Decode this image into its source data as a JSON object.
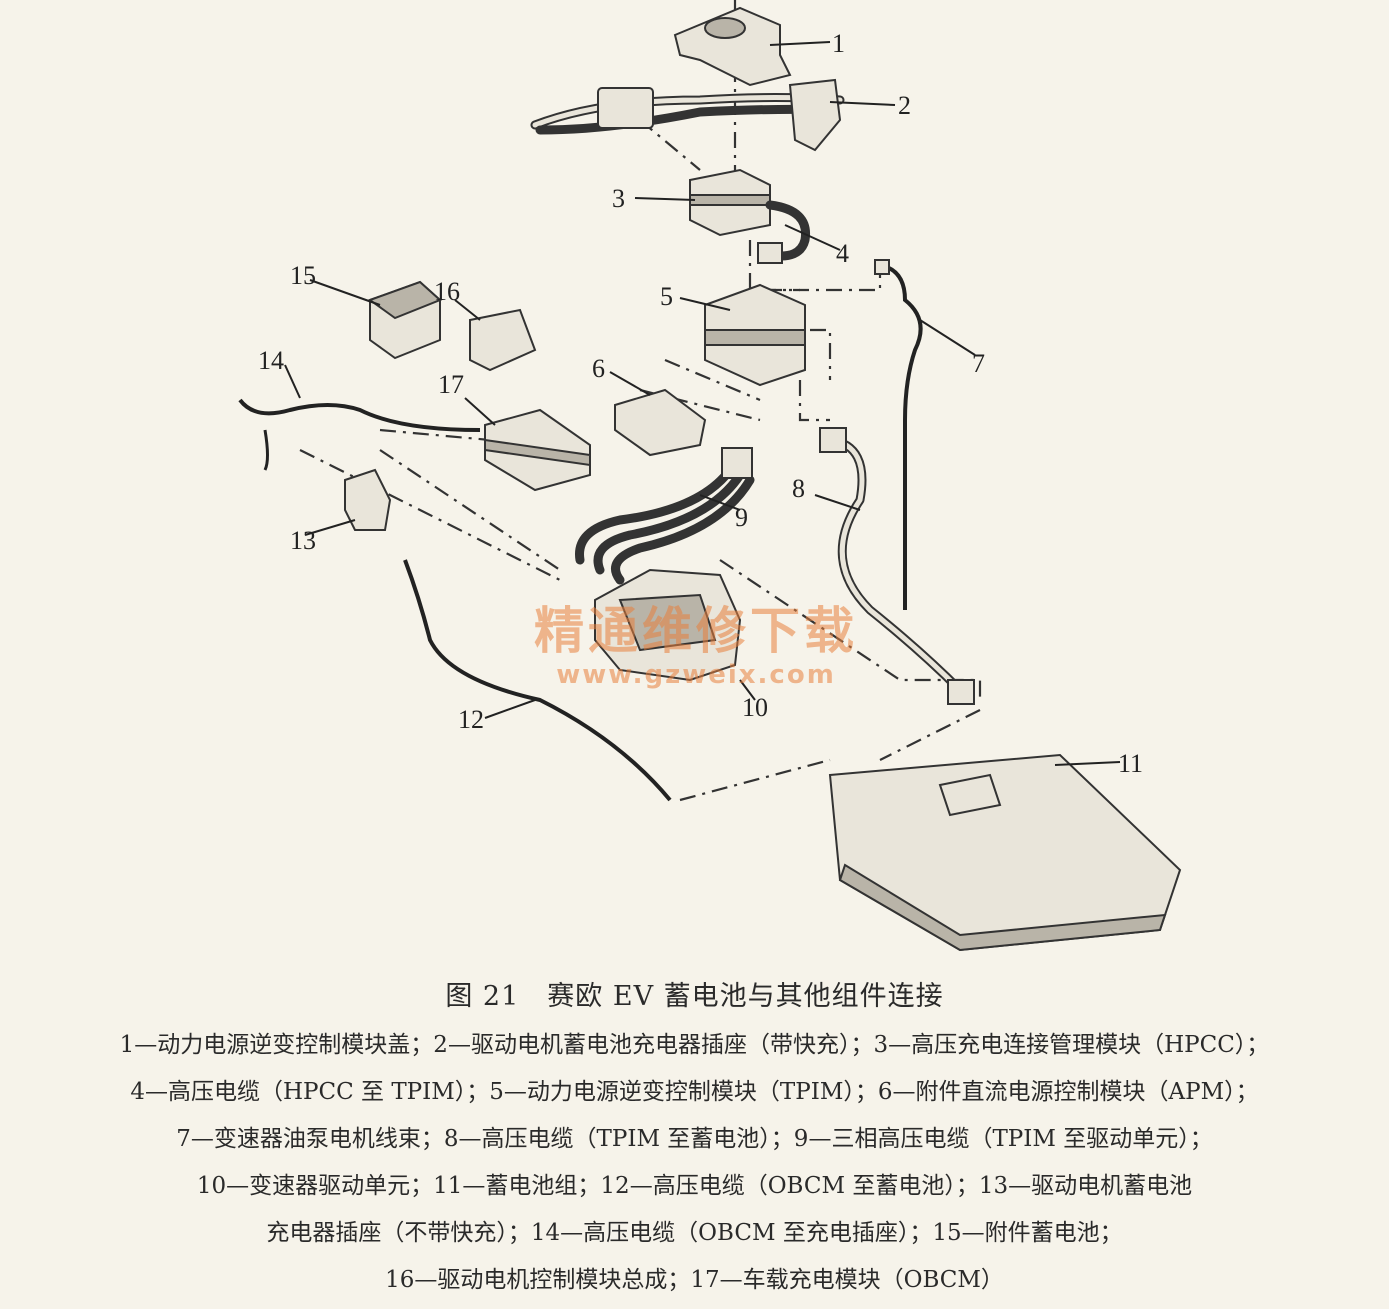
{
  "figure": {
    "title": "图 21　赛欧 EV 蓄电池与其他组件连接"
  },
  "callouts": [
    "1",
    "2",
    "3",
    "4",
    "5",
    "6",
    "7",
    "8",
    "9",
    "10",
    "11",
    "12",
    "13",
    "14",
    "15",
    "16",
    "17"
  ],
  "legend_lines": [
    "1—动力电源逆变控制模块盖；2—驱动电机蓄电池充电器插座（带快充）；3—高压充电连接管理模块（HPCC）；",
    "4—高压电缆（HPCC 至 TPIM）；5—动力电源逆变控制模块（TPIM）；6—附件直流电源控制模块（APM）；",
    "7—变速器油泵电机线束；8—高压电缆（TPIM 至蓄电池）；9—三相高压电缆（TPIM 至驱动单元）；",
    "10—变速器驱动单元；11—蓄电池组；12—高压电缆（OBCM 至蓄电池）；13—驱动电机蓄电池",
    "充电器插座（不带快充）；14—高压电缆（OBCM 至充电插座）；15—附件蓄电池；",
    "16—驱动电机控制模块总成；17—车载充电模块（OBCM）"
  ],
  "watermark": {
    "main": "精通维修下载",
    "url": "www.gzweix.com"
  }
}
